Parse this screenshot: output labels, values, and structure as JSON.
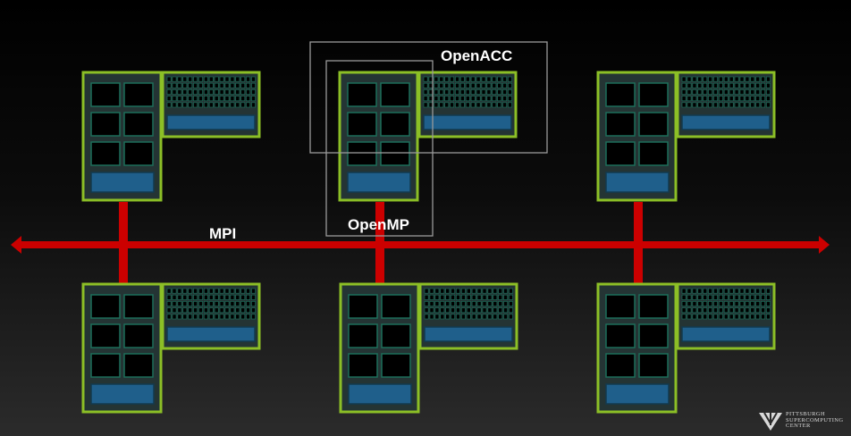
{
  "labels": {
    "openacc": "OpenACC",
    "openmp": "OpenMP",
    "mpi": "MPI"
  },
  "logo": {
    "line1": "PITTSBURGH",
    "line2": "SUPERCOMPUTING",
    "line3": "CENTER"
  },
  "node_count": 6,
  "colors": {
    "node_border": "#8cbf26",
    "node_fill": "#243434",
    "core_fill": "#000000",
    "core_border": "#1c6e5a",
    "memory_fill": "#1f5f8b",
    "network": "#cc0000",
    "label": "#ffffff",
    "outline_box": "#9a9a9a"
  }
}
